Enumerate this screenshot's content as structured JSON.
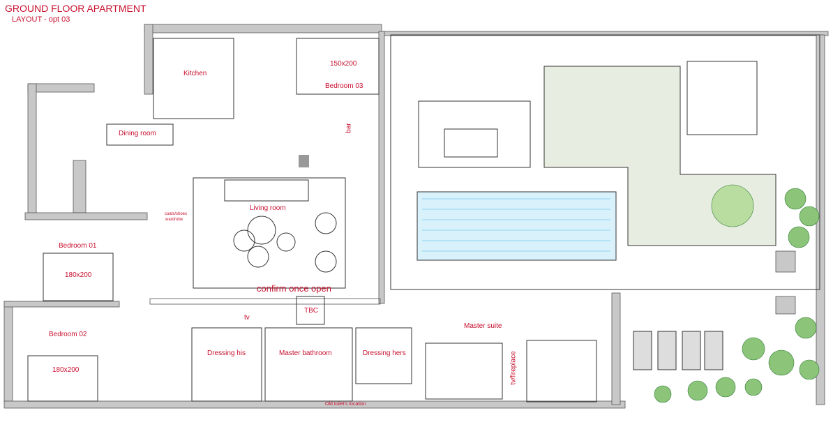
{
  "title": "GROUND FLOOR APARTMENT",
  "subtitle": "LAYOUT - opt 03",
  "rooms": {
    "kitchen": "Kitchen",
    "bedroom03": "Bedroom 03",
    "bed03_size": "150x200",
    "bar": "bar",
    "dining": "Dining room",
    "living": "Living room",
    "wardrobe1": "coats/shoes",
    "wardrobe2": "wardrobe",
    "bedroom01": "Bedroom 01",
    "bed01_size": "180x200",
    "bedroom02": "Bedroom 02",
    "bed02_size": "180x200",
    "confirm": "confirm once open",
    "tbc": "TBC",
    "tv": "tv",
    "dressing_his": "Dressing his",
    "master_bath": "Master bathroom",
    "dressing_hers": "Dressing hers",
    "master_suite": "Master suite",
    "tv_fireplace": "tv/fireplace",
    "old_toilet": "Old toilet's location"
  },
  "colors": {
    "wall": "#c6c6c6",
    "label": "#c8102e",
    "pool": "#8fd3f0",
    "plant": "#4caf50"
  }
}
